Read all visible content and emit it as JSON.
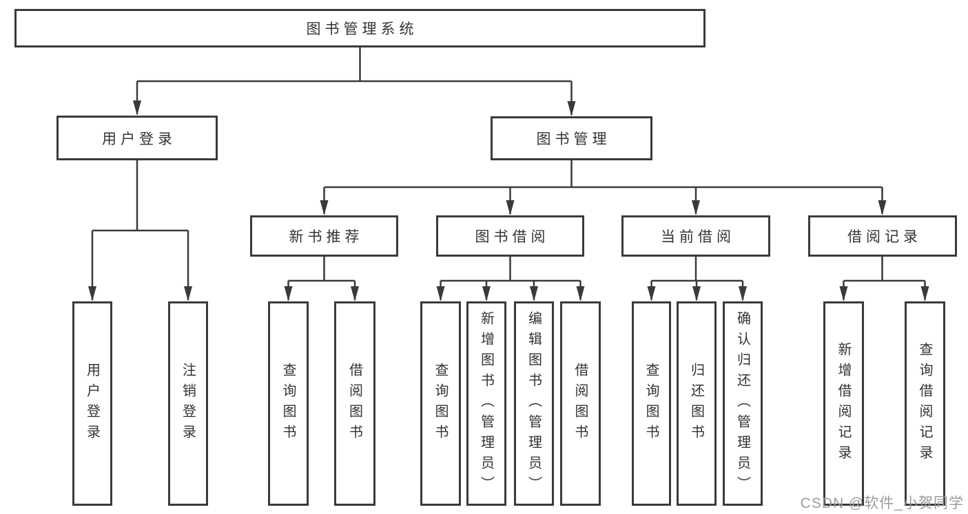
{
  "tree": {
    "root": "图书管理系统",
    "children": [
      {
        "label": "用户登录",
        "children": [
          "用户登录",
          "注销登录"
        ]
      },
      {
        "label": "图书管理",
        "children": [
          {
            "label": "新书推荐",
            "children": [
              "查询图书",
              "借阅图书"
            ]
          },
          {
            "label": "图书借阅",
            "children": [
              "查询图书",
              "新增图书（管理员）",
              "编辑图书（管理员）",
              "借阅图书"
            ]
          },
          {
            "label": "当前借阅",
            "children": [
              "查询图书",
              "归还图书",
              "确认归还（管理员）"
            ]
          },
          {
            "label": "借阅记录",
            "children": [
              "新增借阅记录",
              "查询借阅记录"
            ]
          }
        ]
      }
    ]
  },
  "watermark": "CSDN @软件_小贺同学",
  "colors": {
    "line": "#3a3a3a",
    "text": "#333333",
    "watermark": "#9b9b9b",
    "background": "#ffffff"
  }
}
